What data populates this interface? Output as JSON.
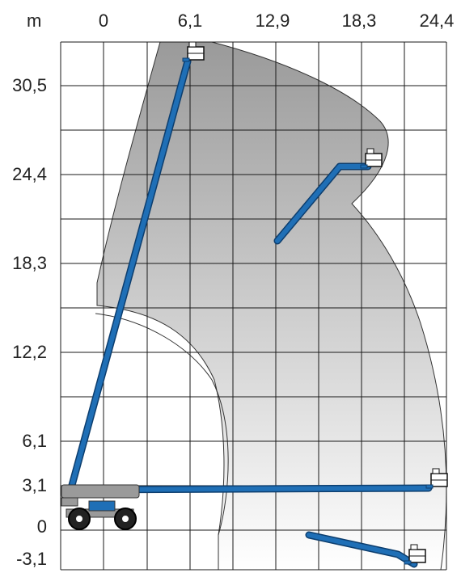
{
  "unit_label": "m",
  "x_axis": {
    "ticks": [
      "0",
      "6,1",
      "12,9",
      "18,3",
      "24,4"
    ]
  },
  "y_axis": {
    "ticks": [
      "30,5",
      "24,4",
      "18,3",
      "12,2",
      "6,1",
      "3,1",
      "0",
      "-3,1"
    ]
  },
  "colors": {
    "boom": "#1f6fb6",
    "boom_dark": "#0d3e6e",
    "grid": "#1a1a1a",
    "envelope_fill_top": "#9a9a9a",
    "envelope_fill_bottom": "#ffffff",
    "envelope_outline": "#333333",
    "chassis": "#9a9a9a"
  },
  "icons": {
    "platform": "platform-basket-icon",
    "machine": "boom-lift-chassis-icon"
  }
}
